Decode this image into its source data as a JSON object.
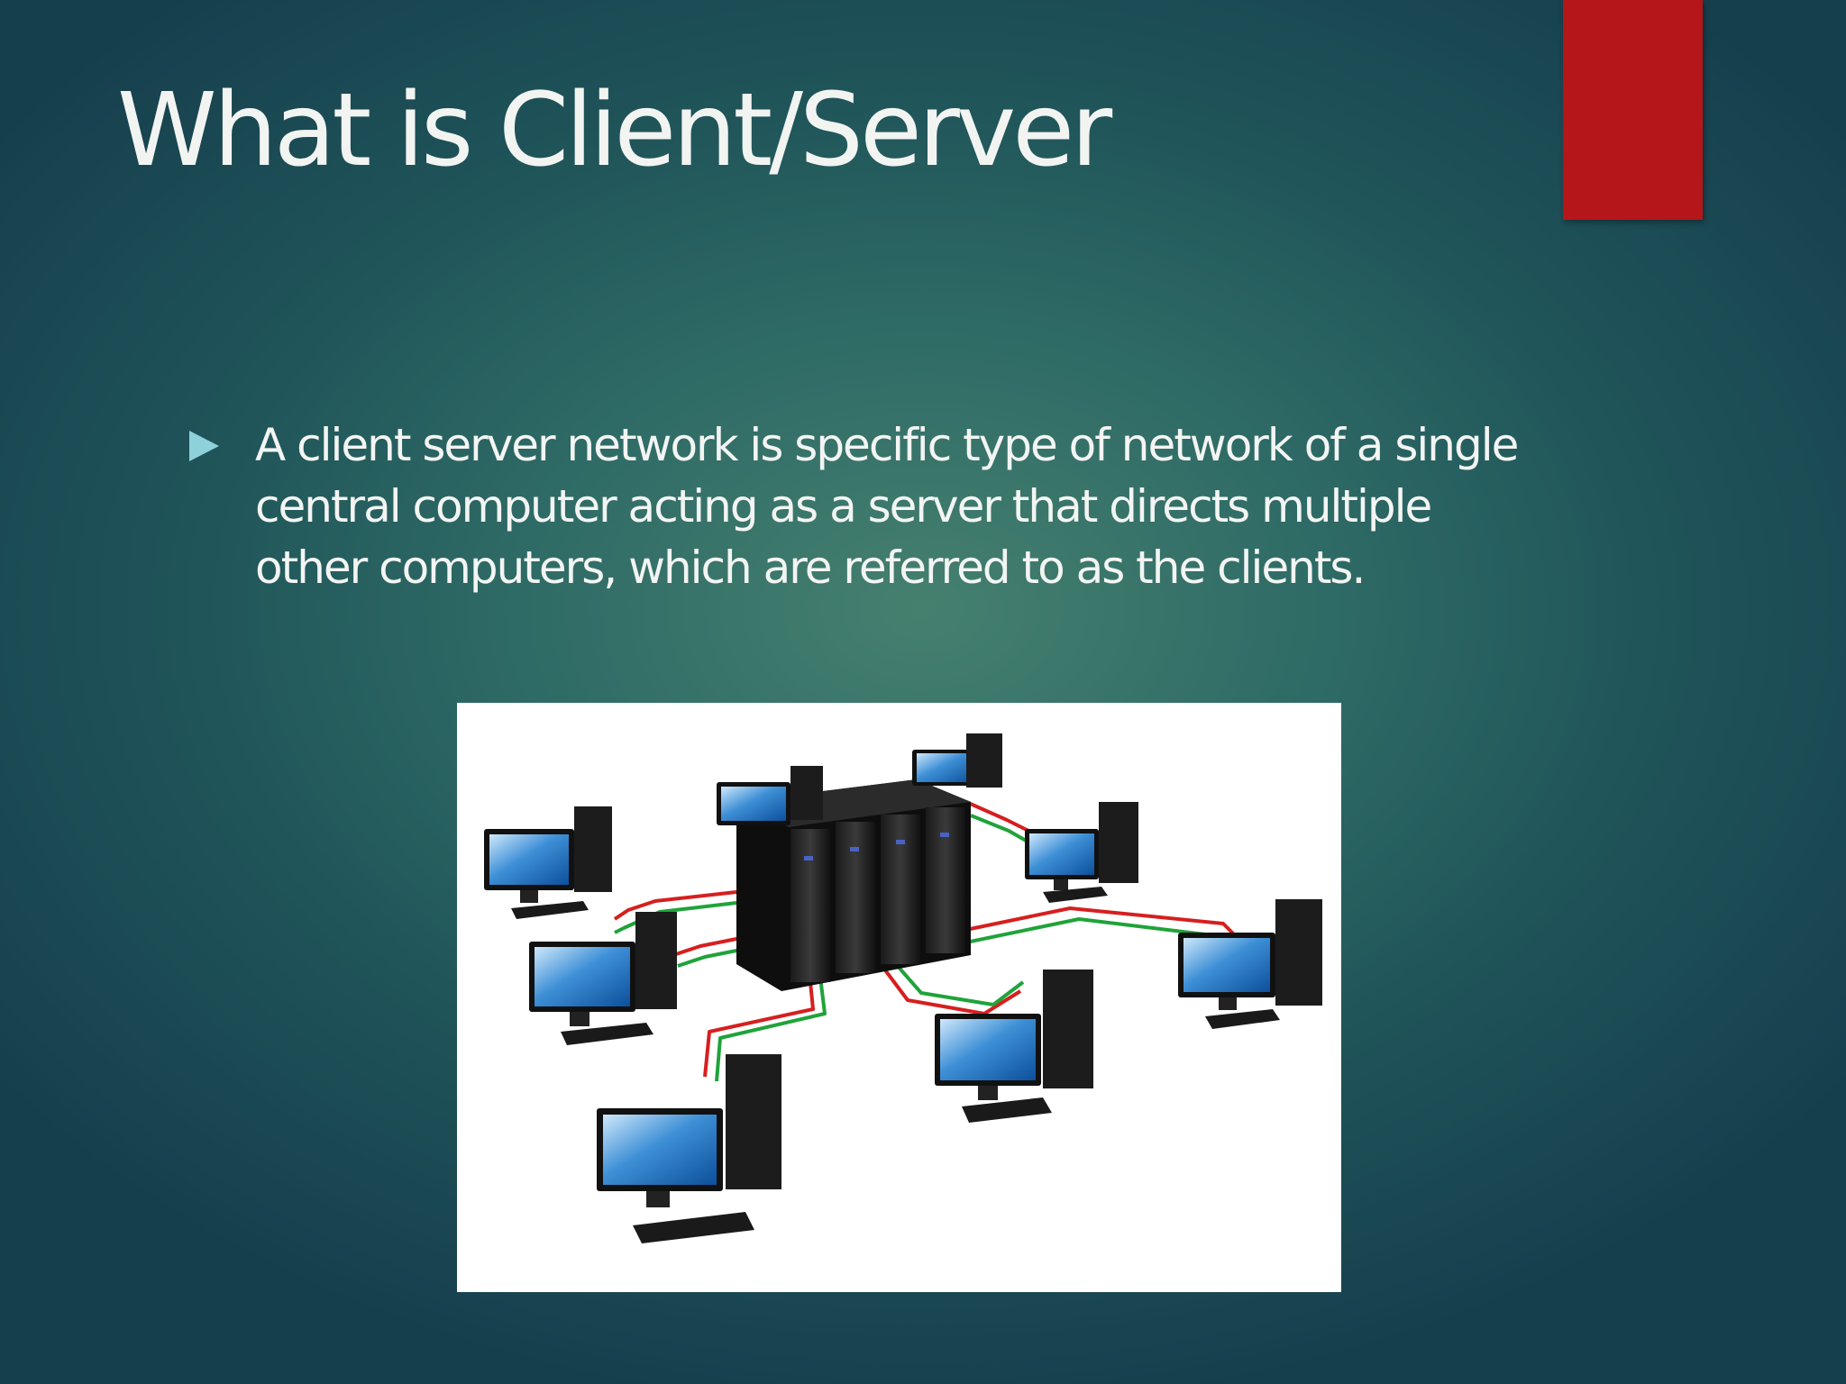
{
  "slide": {
    "title": "What is Client/Server",
    "bullets": [
      {
        "text": "A client server network is specific type of  network of a single central computer acting as a server that directs multiple other computers, which are referred to as the clients."
      }
    ],
    "image": {
      "icon": "client-server-network-illustration",
      "cable_colors": {
        "red": "#d61f1f",
        "green": "#1fa33a"
      }
    },
    "colors": {
      "accent": "#b4161a",
      "bullet": "#8fd1da",
      "text": "#f3f5f3"
    }
  }
}
